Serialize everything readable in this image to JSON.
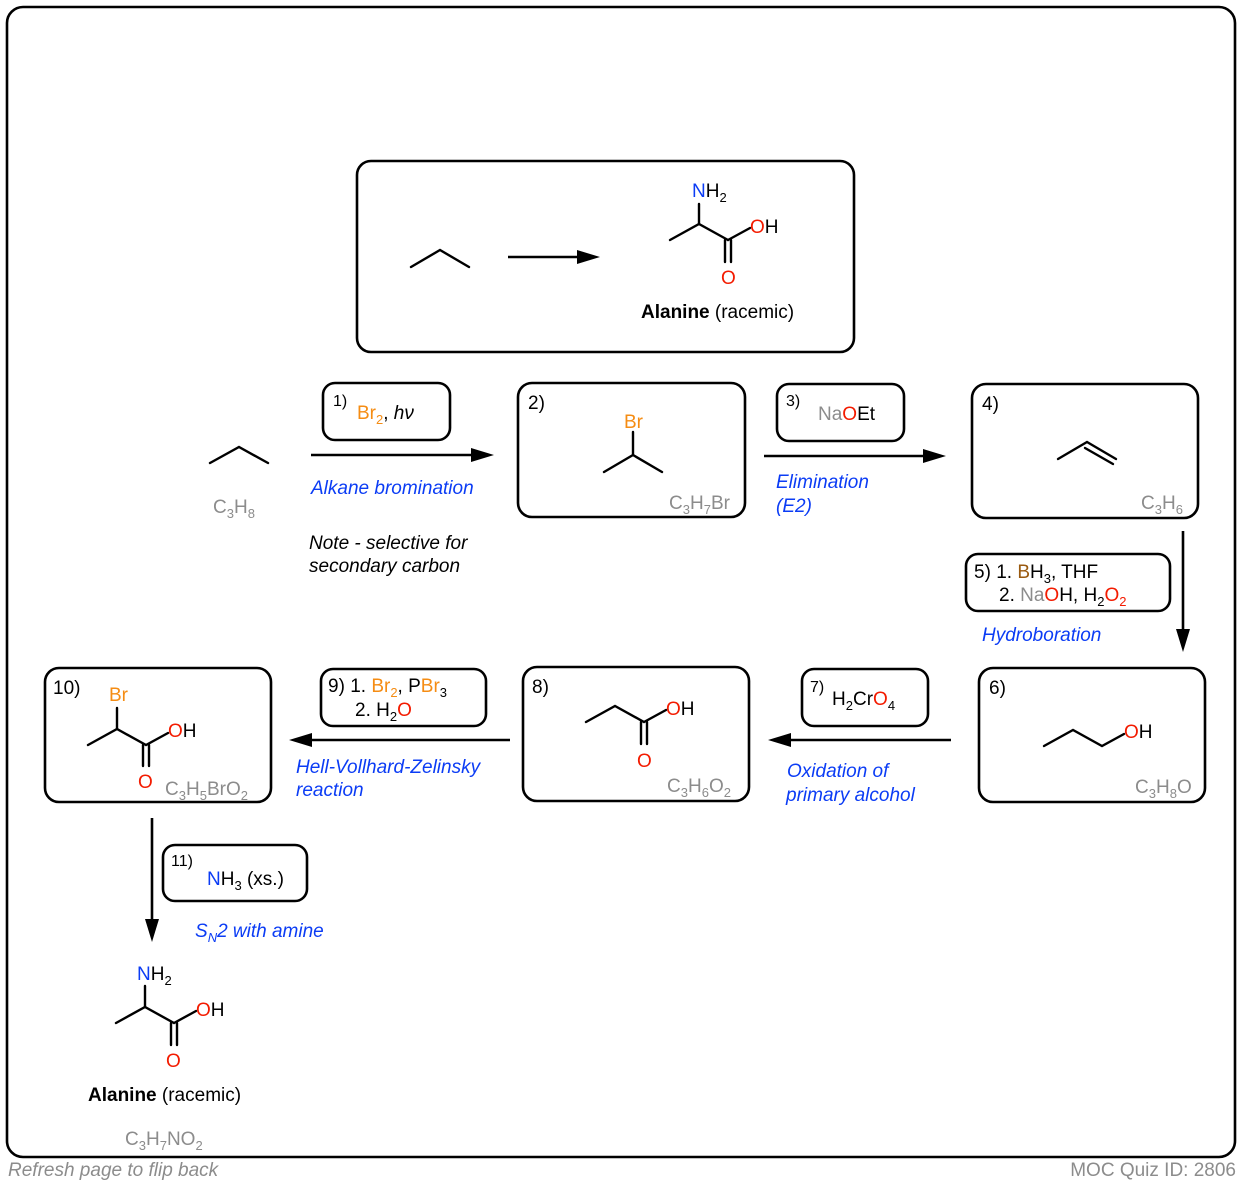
{
  "overview": {
    "product_name_bold": "Alanine",
    "product_name_rest": " (racemic)"
  },
  "steps": {
    "s1": {
      "num": "1)",
      "br": "Br",
      "br_sub": "2",
      "rest": ", ",
      "hv": "hν",
      "label": "Alkane bromination",
      "note_line1": "Note - selective for",
      "note_line2": "secondary carbon"
    },
    "s2": {
      "num": "2)",
      "atom": "Br",
      "formula": {
        "C": "C",
        "c3": "3",
        "H": "H",
        "h7": "7",
        "Br": "Br"
      }
    },
    "s3": {
      "num": "3)",
      "na": "Na",
      "o": "O",
      "et": "Et",
      "label_line1": "Elimination",
      "label_line2": "(E2)"
    },
    "s4": {
      "num": "4)",
      "formula": {
        "C": "C",
        "c3": "3",
        "H": "H",
        "h6": "6"
      }
    },
    "s5": {
      "num": "5)",
      "line1_a": "1. ",
      "line1_b": "B",
      "line1_c": "H",
      "line1_c_sub": "3",
      "line1_d": ", THF",
      "line2_a": "2. ",
      "line2_na": "Na",
      "line2_o": "O",
      "line2_h": "H, H",
      "line2_h_sub": "2",
      "line2_o2": "O",
      "line2_o2_sub": "2",
      "label": "Hydroboration"
    },
    "s6": {
      "num": "6)",
      "o": "O",
      "h": "H",
      "formula": {
        "C": "C",
        "c3": "3",
        "H": "H",
        "h8": "8",
        "O": "O"
      }
    },
    "s7": {
      "num": "7)",
      "h": "H",
      "h_sub": "2",
      "cr": "Cr",
      "o": "O",
      "o_sub": "4",
      "label_line1": "Oxidation of",
      "label_line2": "primary alcohol"
    },
    "s8": {
      "num": "8)",
      "o": "O",
      "h": "H",
      "o2": "O",
      "formula": {
        "C": "C",
        "c3": "3",
        "H": "H",
        "h6": "6",
        "O": "O",
        "o2": "2"
      }
    },
    "s9": {
      "num": "9)",
      "line1_a": "1. ",
      "br": "Br",
      "br_sub": "2",
      "line1_b": ", P",
      "br3": "Br",
      "br3_sub": "3",
      "line2_a": "2. H",
      "line2_sub": "2",
      "line2_o": "O",
      "label_line1": "Hell-Vollhard-Zelinsky",
      "label_line2": "reaction"
    },
    "s10": {
      "num": "10)",
      "br": "Br",
      "o": "O",
      "h": "H",
      "o2": "O",
      "formula": {
        "C": "C",
        "c3": "3",
        "H": "H",
        "h5": "5",
        "BrO": "BrO",
        "o2": "2"
      }
    },
    "s11": {
      "num": "11)",
      "n": "N",
      "h": "H",
      "h_sub": "3",
      "rest": " (xs.)",
      "label_s": "S",
      "label_n": "N",
      "label_rest": "2 with amine"
    }
  },
  "atoms": {
    "N": "N",
    "H": "H",
    "two": "2",
    "O": "O",
    "OH_O": "O",
    "OH_H": "H"
  },
  "start": {
    "formula": {
      "C": "C",
      "c3": "3",
      "H": "H",
      "h8": "8"
    }
  },
  "final": {
    "name_bold": "Alanine",
    "name_rest": " (racemic)",
    "formula": {
      "C": "C",
      "c3": "3",
      "H": "H",
      "h7": "7",
      "NO": "NO",
      "o2": "2"
    }
  },
  "footer": {
    "left": "Refresh page to flip back",
    "right": "MOC Quiz ID: 2806"
  },
  "colors": {
    "nitrogen": "#0b3cf5",
    "oxygen": "#f31b00",
    "bromine": "#f58c13",
    "boron": "#9a5a10",
    "sodium": "#8c8c8c",
    "label": "#0b3cf5"
  }
}
